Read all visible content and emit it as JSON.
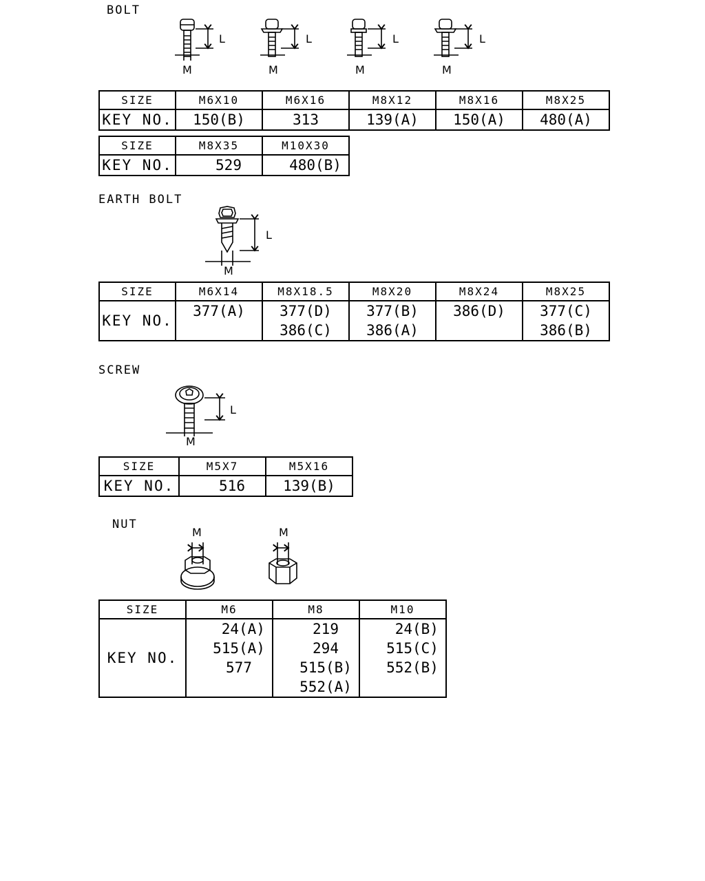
{
  "sections": {
    "bolt": {
      "title": "BOLT",
      "dim_length": "L",
      "dim_diameter": "M",
      "table1": {
        "header": "SIZE",
        "row_label": "KEY NO.",
        "sizes": [
          "M6X10",
          "M6X16",
          "M8X12",
          "M8X16",
          "M8X25"
        ],
        "keys": [
          "150(B)",
          "313",
          "139(A)",
          "150(A)",
          "480(A)"
        ]
      },
      "table2": {
        "header": "SIZE",
        "row_label": "KEY NO.",
        "sizes": [
          "M8X35",
          "M10X30"
        ],
        "keys": [
          "529",
          "480(B)"
        ]
      }
    },
    "earth_bolt": {
      "title": "EARTH BOLT",
      "dim_length": "L",
      "dim_diameter": "M",
      "table": {
        "header": "SIZE",
        "row_label": "KEY NO.",
        "sizes": [
          "M6X14",
          "M8X18.5",
          "M8X20",
          "M8X24",
          "M8X25"
        ],
        "keys": [
          [
            "377(A)"
          ],
          [
            "377(D)",
            "386(C)"
          ],
          [
            "377(B)",
            "386(A)"
          ],
          [
            "386(D)"
          ],
          [
            "377(C)",
            "386(B)"
          ]
        ]
      }
    },
    "screw": {
      "title": "SCREW",
      "dim_length": "L",
      "dim_diameter": "M",
      "table": {
        "header": "SIZE",
        "row_label": "KEY NO.",
        "sizes": [
          "M5X7",
          "M5X16"
        ],
        "keys": [
          "516",
          "139(B)"
        ]
      }
    },
    "nut": {
      "title": "NUT",
      "dim_diameter": "M",
      "table": {
        "header": "SIZE",
        "row_label": "KEY NO.",
        "sizes": [
          "M6",
          "M8",
          "M10"
        ],
        "keys": [
          [
            " 24(A)",
            "515(A)",
            "577"
          ],
          [
            "219",
            "294",
            "515(B)",
            "552(A)"
          ],
          [
            " 24(B)",
            "515(C)",
            "552(B)"
          ]
        ]
      }
    }
  }
}
